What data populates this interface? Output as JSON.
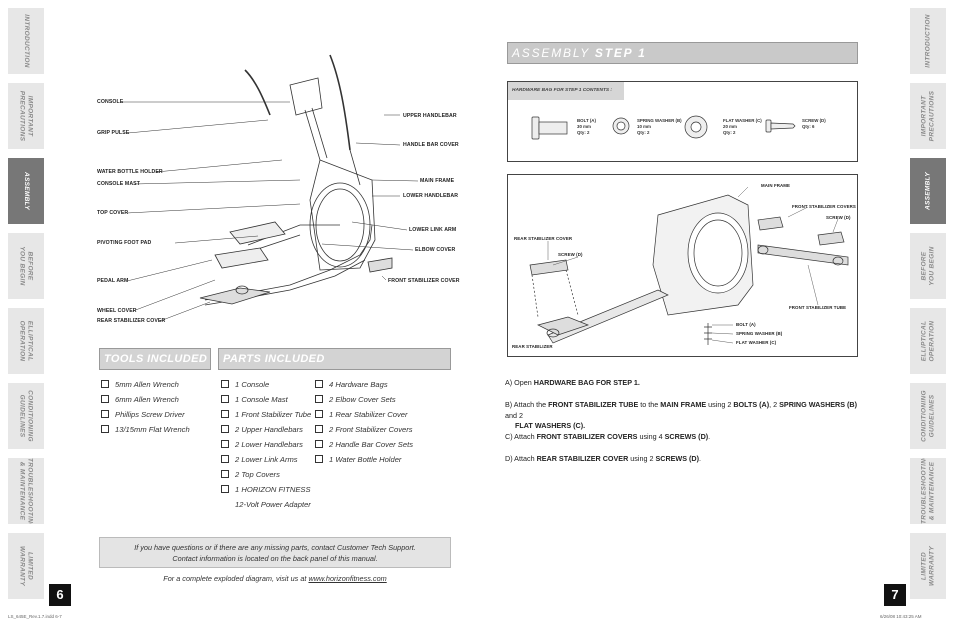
{
  "tabs_left": [
    "INTRODUCTION",
    "IMPORTANT\nPRECAUTIONS",
    "ASSEMBLY",
    "BEFORE\nYOU BEGIN",
    "ELLIPTICAL\nOPERATION",
    "CONDITIONING\nGUIDELINES",
    "TROUBLESHOOTING\n& MAINTENANCE",
    "LIMITED\nWARRANTY"
  ],
  "tabs_right": [
    "INTRODUCTION",
    "IMPORTANT\nPRECAUTIONS",
    "ASSEMBLY",
    "BEFORE\nYOU BEGIN",
    "ELLIPTICAL\nOPERATION",
    "CONDITIONING\nGUIDELINES",
    "TROUBLESHOOTING\n& MAINTENANCE",
    "LIMITED\nWARRANTY"
  ],
  "active_tab": "ASSEMBLY",
  "left_page": {
    "page_number": "6",
    "diagram_labels_left": [
      "CONSOLE",
      "GRIP PULSE",
      "WATER BOTTLE HOLDER",
      "CONSOLE MAST",
      "TOP COVER",
      "PIVOTING FOOT PAD",
      "PEDAL ARM",
      "WHEEL COVER",
      "REAR STABILIZER COVER"
    ],
    "diagram_labels_right": [
      "UPPER HANDLEBAR",
      "HANDLE BAR COVER",
      "MAIN FRAME",
      "LOWER HANDLEBAR",
      "LOWER LINK ARM",
      "ELBOW COVER",
      "FRONT STABILIZER COVER"
    ],
    "tools_title": "TOOLS INCLUDED",
    "tools": [
      "5mm Allen Wrench",
      "6mm Allen Wrench",
      "Phillips Screw Driver",
      "13/15mm Flat Wrench"
    ],
    "parts_title": "PARTS INCLUDED",
    "parts_col1": [
      "1 Console",
      "1 Console Mast",
      "1 Front Stabilizer Tube",
      "2 Upper Handlebars",
      "2 Lower Handlebars",
      "2 Lower Link Arms",
      "2 Top Covers",
      "1 HORIZON FITNESS"
    ],
    "parts_col1_cont": "12-Volt Power Adapter",
    "parts_col2": [
      "4 Hardware Bags",
      "2 Elbow Cover Sets",
      "1 Rear Stabilizer Cover",
      "2 Front Stabilizer Covers",
      "2 Handle Bar Cover Sets",
      "1 Water Bottle Holder"
    ],
    "info_line1": "If you have questions or if there are any missing parts, contact Customer Tech Support.",
    "info_line2": "Contact information is located on the back panel of this manual.",
    "url_prefix": "For a complete exploded diagram, visit us at",
    "url": "www.horizonfitness.com",
    "footer": "LS_645E_Rev.1.7.indd   6-7"
  },
  "right_page": {
    "page_number": "7",
    "title_a": "ASSEMBLY",
    "title_b": "STEP 1",
    "hardware_title": "HARDWARE BAG FOR STEP 1 CONTENTS :",
    "hardware": [
      "BOLT (A)\n30 mm\nQty: 2",
      "SPRING WASHER (B)\n10 mm\nQty: 2",
      "FLAT WASHER (C)\n20 mm\nQty: 2",
      "SCREW (D)\nQty: 6"
    ],
    "diagram_labels": [
      "MAIN FRAME",
      "FRONT STABILIZER COVERS",
      "SCREW (D)",
      "REAR STABILIZER COVER",
      "SCREW (D)",
      "FRONT STABILIZER TUBE",
      "BOLT (A)",
      "SPRING WASHER (B)",
      "FLAT WASHER (C)",
      "REAR STABILIZER"
    ],
    "step_a": {
      "pre": "A) Open ",
      "b1": "HARDWARE BAG FOR STEP 1."
    },
    "step_b": {
      "pre": "B) Attach the ",
      "b1": "FRONT STABILIZER TUBE",
      "t1": " to the ",
      "b2": "MAIN FRAME",
      "t2": " using 2 ",
      "b3": "BOLTS (A)",
      "t3": ", 2 ",
      "b4": "SPRING WASHERS (B)",
      "t4": " and 2",
      "b5": "FLAT WASHERS (C)."
    },
    "step_c": {
      "pre": "C) Attach ",
      "b1": "FRONT STABILIZER COVERS",
      "t1": " using 4 ",
      "b2": "SCREWS (D)",
      "t2": "."
    },
    "step_d": {
      "pre": "D) Attach ",
      "b1": "REAR STABILIZER COVER",
      "t1": " using 2 ",
      "b2": "SCREWS (D)",
      "t2": "."
    },
    "footer": "6/26/08   10:43:25 AM"
  }
}
